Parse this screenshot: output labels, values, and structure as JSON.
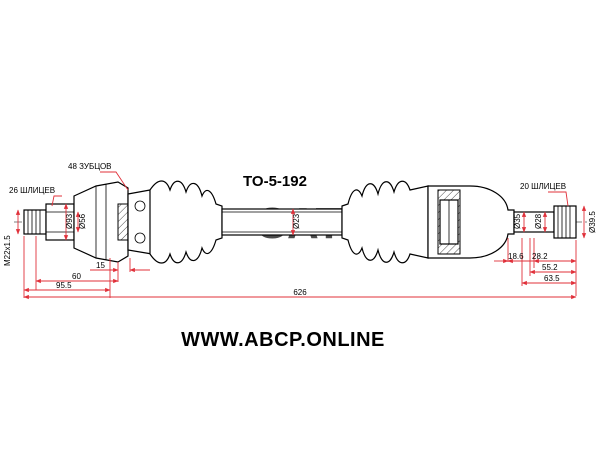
{
  "part_number": "TO-5-192",
  "website": "WWW.ABCP.ONLINE",
  "watermark": "SAT",
  "labels": {
    "teeth": "48 ЗУБЦОВ",
    "outer_splines": "26 ШЛИЦЕВ",
    "inner_splines": "20 ШЛИЦЕВ",
    "thread": "M22x1.5"
  },
  "dimensions": {
    "d_outer_93": "Ø93",
    "d_outer_56": "Ø56",
    "d_shaft_23": "Ø23",
    "d_inner_35": "Ø35",
    "d_inner_28": "Ø28",
    "d_inner_39_5": "Ø39.5",
    "len_15": "15",
    "len_60": "60",
    "len_95_5": "95.5",
    "len_626": "626",
    "len_18_6": "18.6",
    "len_28_2": "28.2",
    "len_55_2": "55.2",
    "len_63_5": "63.5"
  },
  "colors": {
    "dimension_lines": "#e0303a",
    "outline": "#000000",
    "website_text": "#d4d4d4",
    "watermark": "#e6e6e6"
  }
}
